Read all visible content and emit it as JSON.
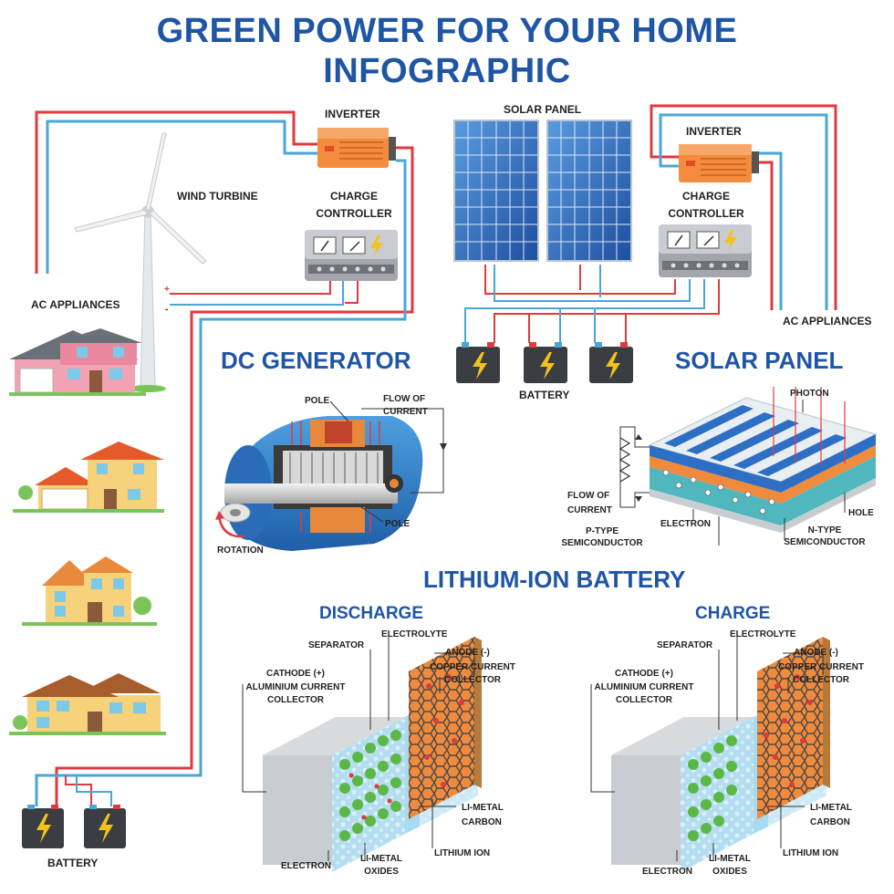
{
  "title": {
    "line1": "GREEN POWER FOR YOUR HOME",
    "line2": "INFOGRAPHIC"
  },
  "wind_system": {
    "inverter": "INVERTER",
    "wind_turbine": "WIND TURBINE",
    "charge_controller_1": "CHARGE",
    "charge_controller_2": "CONTROLLER",
    "ac_appliances": "AC APPLIANCES",
    "battery": "BATTERY",
    "plus": "+",
    "minus": "-"
  },
  "solar_system": {
    "solar_panel": "SOLAR PANEL",
    "inverter": "INVERTER",
    "charge_controller_1": "CHARGE",
    "charge_controller_2": "CONTROLLER",
    "ac_appliances": "AC APPLIANCES",
    "battery": "BATTERY"
  },
  "dc_generator": {
    "heading": "DC GENERATOR",
    "pole_top": "POLE",
    "flow_of_current_1": "FLOW OF",
    "flow_of_current_2": "CURRENT",
    "pole_bottom": "POLE",
    "rotation": "ROTATION"
  },
  "solar_cell": {
    "heading": "SOLAR PANEL",
    "photon": "PHOTON",
    "flow_of_current_1": "FLOW OF",
    "flow_of_current_2": "CURRENT",
    "electron": "ELECTRON",
    "hole": "HOLE",
    "p_type_1": "P-TYPE",
    "p_type_2": "SEMICONDUCTOR",
    "n_type_1": "N-TYPE",
    "n_type_2": "SEMICONDUCTOR"
  },
  "battery_section": {
    "heading": "LITHIUM-ION BATTERY",
    "discharge": {
      "heading": "DISCHARGE",
      "separator": "SEPARATOR",
      "electrolyte": "ELECTROLYTE",
      "anode": "ANODE (-)",
      "cathode": "CATHODE (+)",
      "aluminium_1": "ALUMINIUM CURRENT",
      "aluminium_2": "COLLECTOR",
      "copper_1": "COPPER CURRENT",
      "copper_2": "COLLECTOR",
      "li_metal_1": "LI-METAL",
      "li_metal_2": "CARBON",
      "lithium_ion": "LITHIUM ION",
      "electron": "ELECTRON",
      "oxides_1": "LI-METAL",
      "oxides_2": "OXIDES"
    },
    "charge": {
      "heading": "CHARGE",
      "separator": "SEPARATOR",
      "electrolyte": "ELECTROLYTE",
      "anode": "ANODE (-)",
      "cathode": "CATHODE (+)",
      "aluminium_1": "ALUMINIUM CURRENT",
      "aluminium_2": "COLLECTOR",
      "copper_1": "COPPER CURRENT",
      "copper_2": "COLLECTOR",
      "li_metal_1": "LI-METAL",
      "li_metal_2": "CARBON",
      "lithium_ion": "LITHIUM ION",
      "electron": "ELECTRON",
      "oxides_1": "LI-METAL",
      "oxides_2": "OXIDES"
    }
  },
  "colors": {
    "title_blue": "#1f55a5",
    "wire_red": "#e03a3e",
    "wire_blue": "#4aa6d6",
    "inverter_orange": "#f58b3c",
    "panel_blue": "#2d6fc4",
    "battery_dark": "#3a3d42",
    "bolt_yellow": "#f4c21f",
    "cathode_green": "#5cb846",
    "anode_orange": "#f08a3c",
    "electrolyte_blue": "#a6dcf2"
  }
}
